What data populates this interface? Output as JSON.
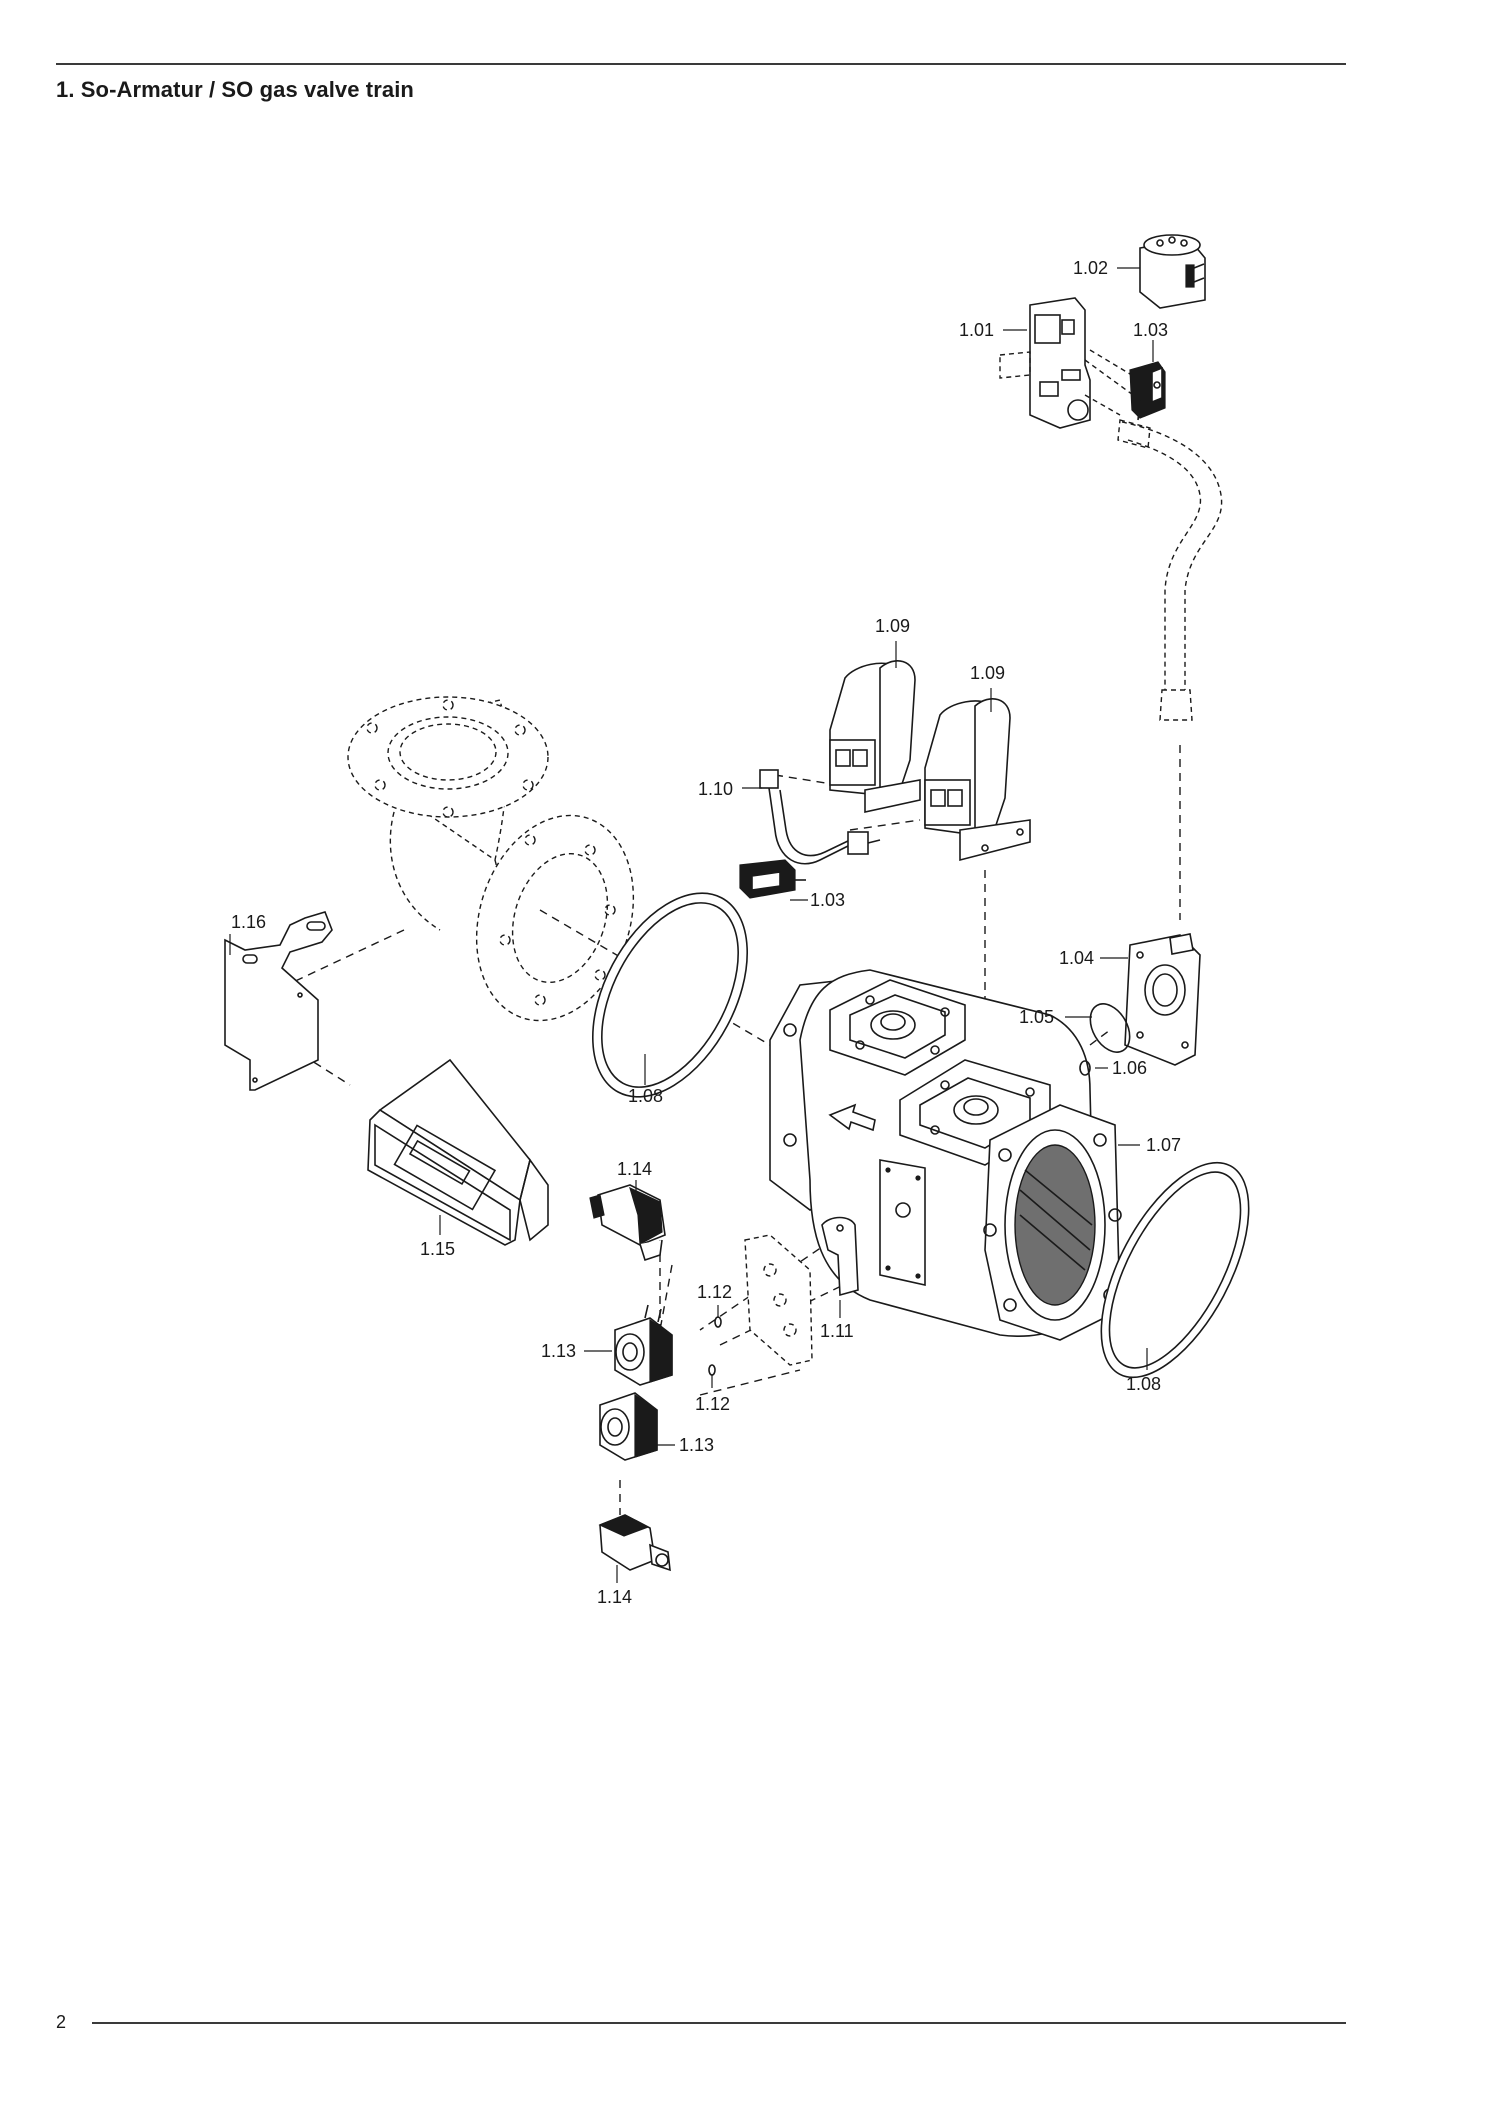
{
  "page": {
    "title": "1. So-Armatur / SO gas valve train",
    "page_number": "2"
  },
  "diagram": {
    "labels": {
      "p101": "1.01",
      "p102": "1.02",
      "p103a": "1.03",
      "p103b": "1.03",
      "p104": "1.04",
      "p105": "1.05",
      "p106": "1.06",
      "p107": "1.07",
      "p108a": "1.08",
      "p108b": "1.08",
      "p109a": "1.09",
      "p109b": "1.09",
      "p110": "1.10",
      "p111": "1.11",
      "p112a": "1.12",
      "p112b": "1.12",
      "p113a": "1.13",
      "p113b": "1.13",
      "p114a": "1.14",
      "p114b": "1.14",
      "p115": "1.15",
      "p116": "1.16"
    }
  }
}
